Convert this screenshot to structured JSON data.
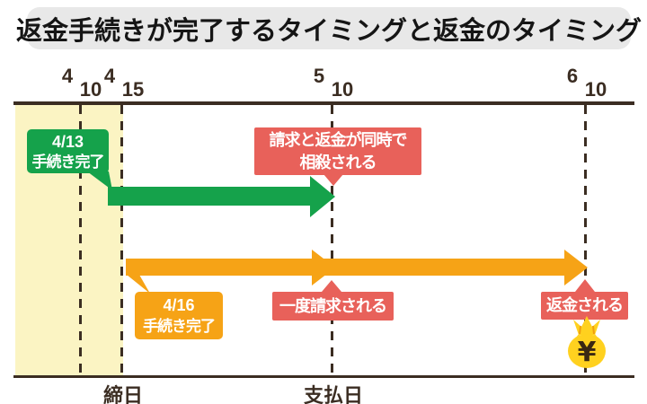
{
  "title": "返金手続きが完了するタイミングと返金のタイミング",
  "colors": {
    "green": "#15a24b",
    "orange": "#f6a316",
    "red": "#e8615a",
    "yellow": "#fbf4c3",
    "gray": "#e8e8e8",
    "dark": "#3b2d22",
    "bag": "#ffd11f",
    "bag_accent": "#ef9f0e",
    "ink": "#151515"
  },
  "axis": {
    "dates": [
      {
        "month": "4",
        "day": "10"
      },
      {
        "month": "4",
        "day": "15"
      },
      {
        "month": "5",
        "day": "10"
      },
      {
        "month": "6",
        "day": "10"
      }
    ],
    "closing_day_label": "締日",
    "payment_day_label": "支払日"
  },
  "case_green": {
    "date_label": "4/13",
    "status_label": "手続き完了",
    "note_line1": "請求と返金が同時で",
    "note_line2": "相殺される"
  },
  "case_orange": {
    "date_label": "4/16",
    "status_label": "手続き完了",
    "billed_note": "一度請求される",
    "refund_note": "返金される"
  },
  "icons": {
    "money_bag_symbol": "¥"
  }
}
